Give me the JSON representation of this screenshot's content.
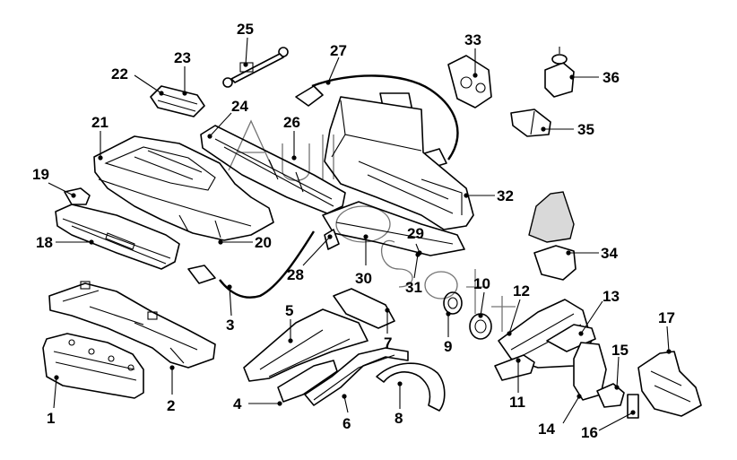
{
  "diagram": {
    "type": "exploded-parts-diagram",
    "line_color": "#000000",
    "background": "#ffffff",
    "callouts": [
      "1",
      "2",
      "3",
      "4",
      "5",
      "6",
      "7",
      "8",
      "9",
      "10",
      "11",
      "12",
      "13",
      "14",
      "15",
      "16",
      "17",
      "18",
      "19",
      "20",
      "21",
      "22",
      "23",
      "24",
      "25",
      "26",
      "27",
      "28",
      "29",
      "30",
      "31",
      "32",
      "33",
      "34",
      "35",
      "36"
    ]
  }
}
